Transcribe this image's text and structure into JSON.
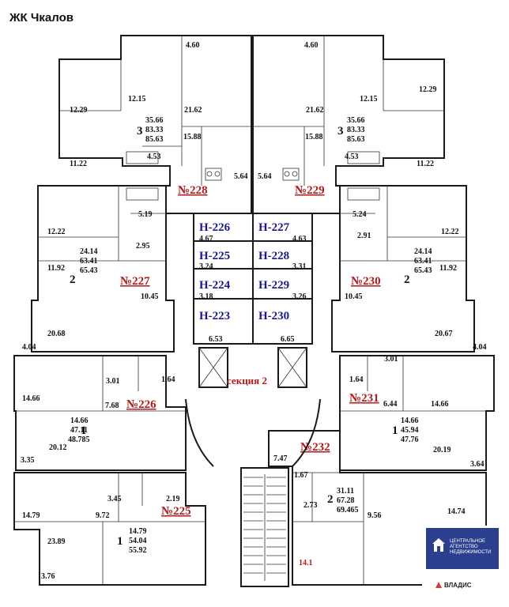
{
  "page_title": "ЖК Чкалов",
  "section_label": "секция 2",
  "agency": {
    "name_lines": [
      "ЦЕНТРАЛЬНОЕ",
      "АГЕНТСТВО",
      "НЕДВИЖИМОСТИ"
    ],
    "brand": "ВЛАДИС"
  },
  "colors": {
    "apt228": "#f9dcc4",
    "apt229": "#cdefcf",
    "apt227": "#d0d1f4",
    "apt230": "#fbd9db",
    "apt226": "#fbdcc6",
    "apt231": "#f6f3b5",
    "apt225": "#f3d0f4",
    "apt232": "#cfe8f8",
    "agency_blue": "#2b3f8f"
  },
  "corridor": [
    {
      "left": "Н-226",
      "right": "Н-227"
    },
    {
      "left": "Н-225",
      "right": "Н-228"
    },
    {
      "left": "Н-224",
      "right": "Н-229"
    },
    {
      "left": "Н-223",
      "right": "Н-230"
    }
  ],
  "corridor_areas": {
    "h226": "4.67",
    "h227": "4.63",
    "h225": "3.24",
    "h228": "3.31",
    "h224": "3.18",
    "h229": "3.26",
    "h223": "6.53",
    "h230": "6.65"
  },
  "apartments": {
    "a228": {
      "number": "№228",
      "rooms": "3",
      "living": "35.66",
      "total": "83.33",
      "total2": "85.63",
      "areas": {
        "top": "4.60",
        "r1": "12.15",
        "r2": "12.29",
        "r3": "21.62",
        "r4": "15.88",
        "r5": "11.22",
        "r6": "4.53",
        "r7": "5.64"
      }
    },
    "a229": {
      "number": "№229",
      "rooms": "3",
      "living": "35.66",
      "total": "83.33",
      "total2": "85.63",
      "areas": {
        "top": "4.60",
        "r1": "21.62",
        "r2": "12.15",
        "r3": "12.29",
        "r4": "15.88",
        "r5": "4.53",
        "r6": "11.22",
        "r7": "5.64"
      }
    },
    "a227": {
      "number": "№227",
      "rooms": "2",
      "living": "24.14",
      "total": "63.41",
      "total2": "65.43",
      "areas": {
        "r1": "5.19",
        "r2": "12.22",
        "r3": "2.95",
        "r4": "11.92",
        "r5": "10.45",
        "r6": "20.68",
        "r7": "4.04"
      }
    },
    "a230": {
      "number": "№230",
      "rooms": "2",
      "living": "24.14",
      "total": "63.41",
      "total2": "65.43",
      "areas": {
        "r1": "5.24",
        "r2": "2.91",
        "r3": "12.22",
        "r4": "11.92",
        "r5": "10.45",
        "r6": "20.67",
        "r7": "4.04"
      }
    },
    "a226": {
      "number": "№226",
      "rooms": "1",
      "living": "14.66",
      "total": "47.11",
      "total2": "48.785",
      "areas": {
        "r1": "14.66",
        "r2": "3.01",
        "r3": "1.64",
        "r4": "7.68",
        "r5": "20.12",
        "r6": "3.35"
      }
    },
    "a231": {
      "number": "№231",
      "rooms": "1",
      "living": "14.66",
      "total": "45.94",
      "total2": "47.76",
      "areas": {
        "r1": "3.01",
        "r2": "1.64",
        "r3": "6.44",
        "r4": "14.66",
        "r5": "20.19",
        "r6": "3.64"
      }
    },
    "a225": {
      "number": "№225",
      "rooms": "1",
      "living": "14.79",
      "total": "54.04",
      "total2": "55.92",
      "areas": {
        "r1": "3.45",
        "r2": "2.19",
        "r3": "14.79",
        "r4": "9.72",
        "r5": "23.89",
        "r6": "3.76"
      }
    },
    "a232": {
      "number": "№232",
      "rooms": "2",
      "living": "31.11",
      "total": "67.28",
      "total2": "69.465",
      "areas": {
        "r1": "7.47",
        "r2": "1.67",
        "r3": "2.73",
        "r4": "9.56",
        "r5": "14.74",
        "r6": "14.1"
      }
    }
  }
}
